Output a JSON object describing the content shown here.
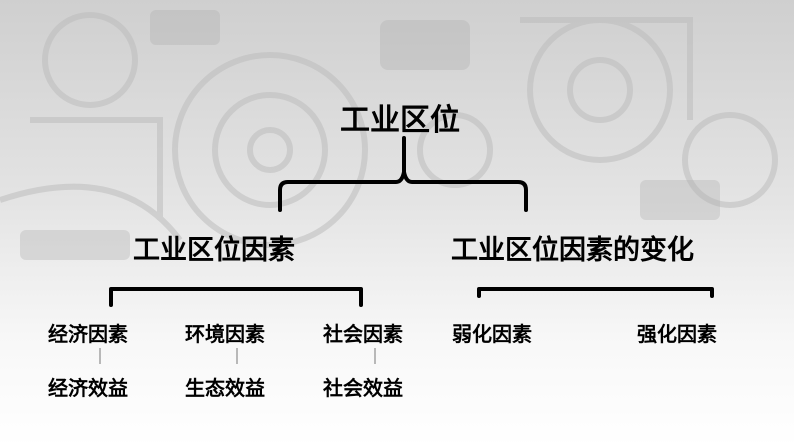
{
  "diagram": {
    "root": "工业区位",
    "branches": [
      {
        "label": "工业区位因素",
        "factors": [
          {
            "factor": "经济因素",
            "benefit": "经济效益"
          },
          {
            "factor": "环境因素",
            "benefit": "生态效益"
          },
          {
            "factor": "社会因素",
            "benefit": "社会效益"
          }
        ]
      },
      {
        "label": "工业区位因素的变化",
        "changes": [
          "弱化因素",
          "强化因素"
        ]
      }
    ]
  }
}
